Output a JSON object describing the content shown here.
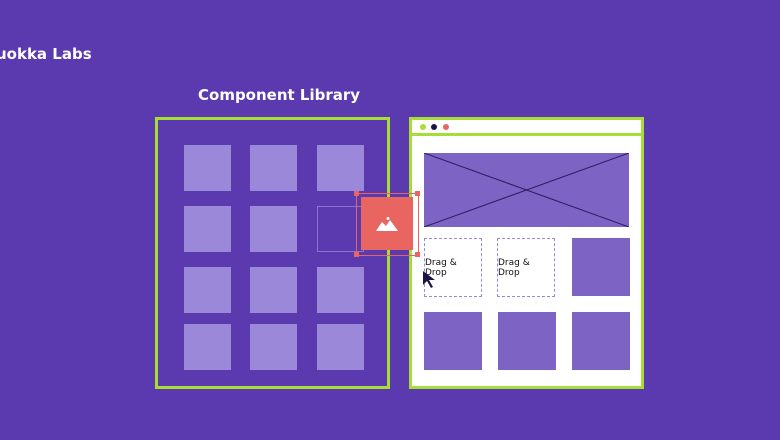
{
  "brand": "uokka Labs",
  "title": "Component Library",
  "dropzones": [
    "Drag & Drop",
    "Drag & Drop"
  ],
  "colors": {
    "background": "#5a3aae",
    "accent": "#a6de36",
    "dragged": "#e8665f",
    "tile": "#9b88d8"
  },
  "icons": {
    "dragged_item": "image-icon",
    "cursor": "cursor-arrow-icon"
  }
}
